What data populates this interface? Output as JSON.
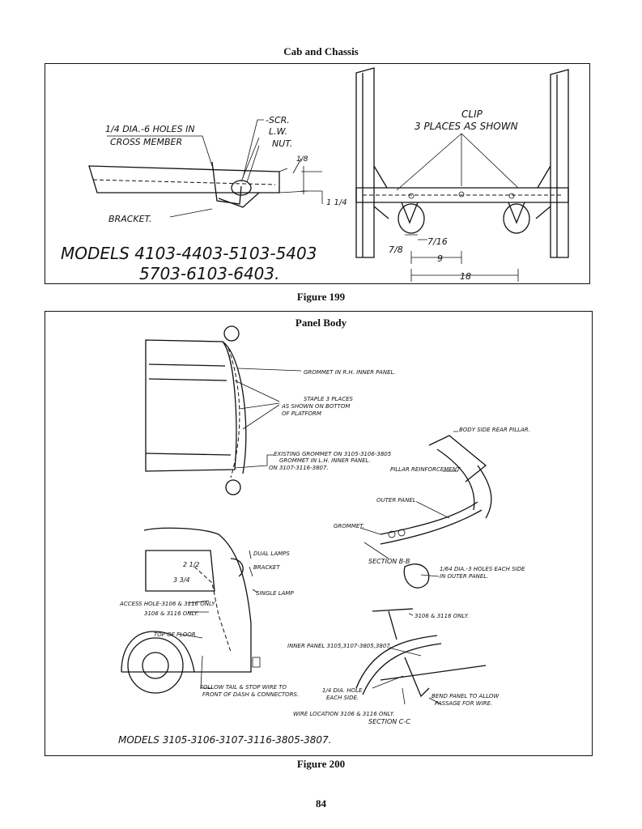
{
  "page": {
    "section_header": "Cab and Chassis",
    "page_number": "84"
  },
  "figure199": {
    "caption": "Figure 199",
    "labels": {
      "holes": "1/4 DIA.-6 HOLES IN",
      "holes2": "CROSS MEMBER",
      "scr": "-SCR.",
      "lw": "L.W.",
      "nut": "NUT.",
      "bracket": "BRACKET.",
      "clip": "CLIP",
      "clip2": "3 PLACES AS SHOWN",
      "dim_7_8": "7/8",
      "dim_7_16": "7/16",
      "dim_9": "9",
      "dim_18": "18",
      "dim_1_4": "1 1/4",
      "dim_1_8": "1/8"
    },
    "models_line1": "MODELS 4103-4403-5103-5403",
    "models_line2": "5703-6103-6403."
  },
  "figure200": {
    "caption": "Figure 200",
    "title": "Panel Body",
    "labels": {
      "grommet_rh": "GROMMET IN R.H. INNER PANEL.",
      "staple": "STAPLE 3 PLACES",
      "staple2": "AS SHOWN ON BOTTOM",
      "staple3": "OF PLATFORM",
      "existing": "EXISTING GROMMET ON 3105-3106-3805",
      "existing2": "GROMMET IN L.H. INNER PANEL.",
      "existing3": "ON 3107-3116-3807.",
      "pillar_rear": "BODY SIDE REAR PILLAR.",
      "pillar_reinf": "PILLAR REINFORCEMENT",
      "outer_panel": "OUTER PANEL.",
      "grommet": "GROMMET.",
      "section_bb": "SECTION B-B",
      "dia_holes": "1/64 DIA.-3 HOLES EACH SIDE",
      "dia_holes2": "IN OUTER PANEL.",
      "only_3106": "3106 & 3116 ONLY.",
      "inner_panel": "INNER PANEL 3105,3107-3805,3807.",
      "dia_hole": "1/4 DIA. HOLE",
      "each_side": "EACH SIDE.",
      "bend": "BEND PANEL TO ALLOW",
      "bend2": "PASSAGE FOR WIRE.",
      "wire_location": "WIRE LOCATION 3106 & 3116 ONLY.",
      "section_cc": "SECTION C-C",
      "dual_lamps": "DUAL LAMPS",
      "bracket": "BRACKET",
      "single_lamp": "SINGLE LAMP",
      "access_hole": "ACCESS HOLE-3106 & 3116 ONLY",
      "only_3106_b": "3106 & 3116 ONLY.",
      "top_floor": "TOP OF FLOOR",
      "follow": "FOLLOW TAIL & STOP WIRE TO",
      "follow2": "FRONT OF DASH & CONNECTORS.",
      "dim_2": "2 1/2",
      "dim_3": "3 3/4"
    },
    "models": "MODELS 3105-3106-3107-3116-3805-3807."
  }
}
